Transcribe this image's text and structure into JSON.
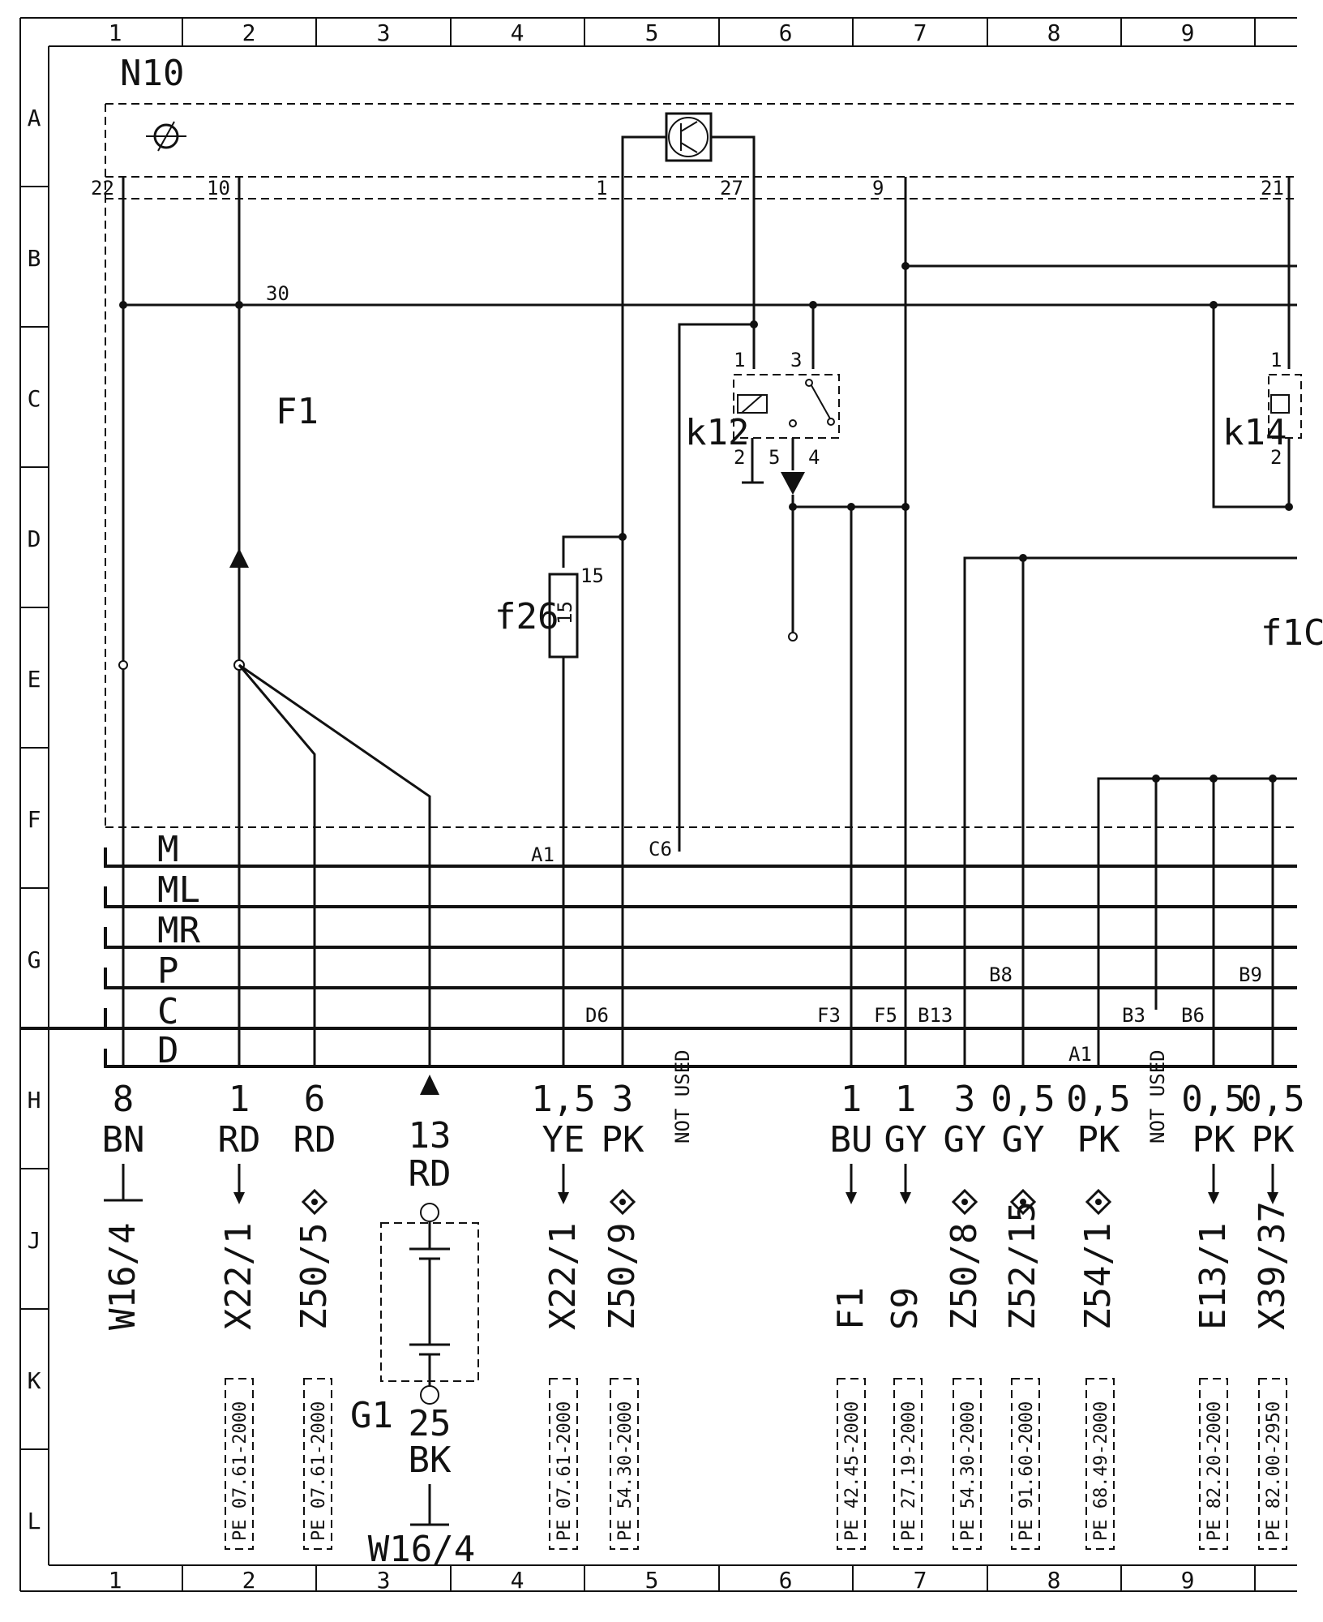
{
  "grid": {
    "columns": [
      "1",
      "2",
      "3",
      "4",
      "5",
      "6",
      "7",
      "8",
      "9"
    ],
    "rows": [
      "A",
      "B",
      "C",
      "D",
      "E",
      "F",
      "G",
      "H",
      "J",
      "K",
      "L"
    ]
  },
  "components": {
    "n10": "N10",
    "f1": "F1",
    "k12": "k12",
    "k14": "k14",
    "f26": "f26",
    "f26_rating": "15",
    "f26_pin": "15",
    "f10": "f1C",
    "g1": "G1",
    "w16_bottom": "W16/4",
    "wire_30": "30"
  },
  "pins": {
    "p22": "22",
    "p10": "10",
    "p1": "1",
    "p27": "27",
    "p9": "9",
    "p21": "21",
    "k12_1": "1",
    "k12_3": "3",
    "k12_2": "2",
    "k12_5": "5",
    "k12_4": "4",
    "k14_1": "1",
    "k14_2": "2"
  },
  "buses": [
    "M",
    "ML",
    "MR",
    "P",
    "C",
    "D"
  ],
  "connectors": {
    "a1_m": "A1",
    "c6": "C6",
    "d6": "D6",
    "f3": "F3",
    "f5": "F5",
    "b13": "B13",
    "b8": "B8",
    "a1_d": "A1",
    "b3": "B3",
    "b6": "B6",
    "b9": "B9"
  },
  "wires": [
    {
      "id": "w1",
      "size": "8",
      "color": "BN",
      "dest": "W16/4",
      "ref": ""
    },
    {
      "id": "w2",
      "size": "1",
      "color": "RD",
      "dest": "X22/1",
      "ref": "PE 07.61-2000"
    },
    {
      "id": "w3",
      "size": "6",
      "color": "RD",
      "dest": "Z50/5",
      "ref": "PE 07.61-2000"
    },
    {
      "id": "w4",
      "size": "13",
      "color": "RD",
      "dest": "",
      "ref": ""
    },
    {
      "id": "w5",
      "size": "1,5",
      "color": "YE",
      "dest": "X22/1",
      "ref": "PE 07.61-2000"
    },
    {
      "id": "w6",
      "size": "3",
      "color": "PK",
      "dest": "Z50/9",
      "ref": "PE 54.30-2000"
    },
    {
      "id": "w7",
      "size": "1",
      "color": "BU",
      "dest": "F1",
      "ref": "PE 42.45-2000"
    },
    {
      "id": "w8",
      "size": "1",
      "color": "GY",
      "dest": "S9",
      "ref": "PE 27.19-2000"
    },
    {
      "id": "w9",
      "size": "3",
      "color": "GY",
      "dest": "Z50/8",
      "ref": "PE 54.30-2000"
    },
    {
      "id": "w10",
      "size": "0,5",
      "color": "GY",
      "dest": "Z52/15",
      "ref": "PE 91.60-2000"
    },
    {
      "id": "w11",
      "size": "0,5",
      "color": "PK",
      "dest": "Z54/1",
      "ref": "PE 68.49-2000"
    },
    {
      "id": "w12",
      "size": "0,5",
      "color": "PK",
      "dest": "E13/1",
      "ref": "PE 82.20-2000"
    },
    {
      "id": "w13",
      "size": "0,5",
      "color": "PK",
      "dest": "X39/37",
      "ref": "PE 82.00-2950"
    }
  ],
  "not_used": [
    "NOT USED",
    "NOT USED"
  ],
  "g1_wire": {
    "size": "25",
    "color": "BK"
  }
}
